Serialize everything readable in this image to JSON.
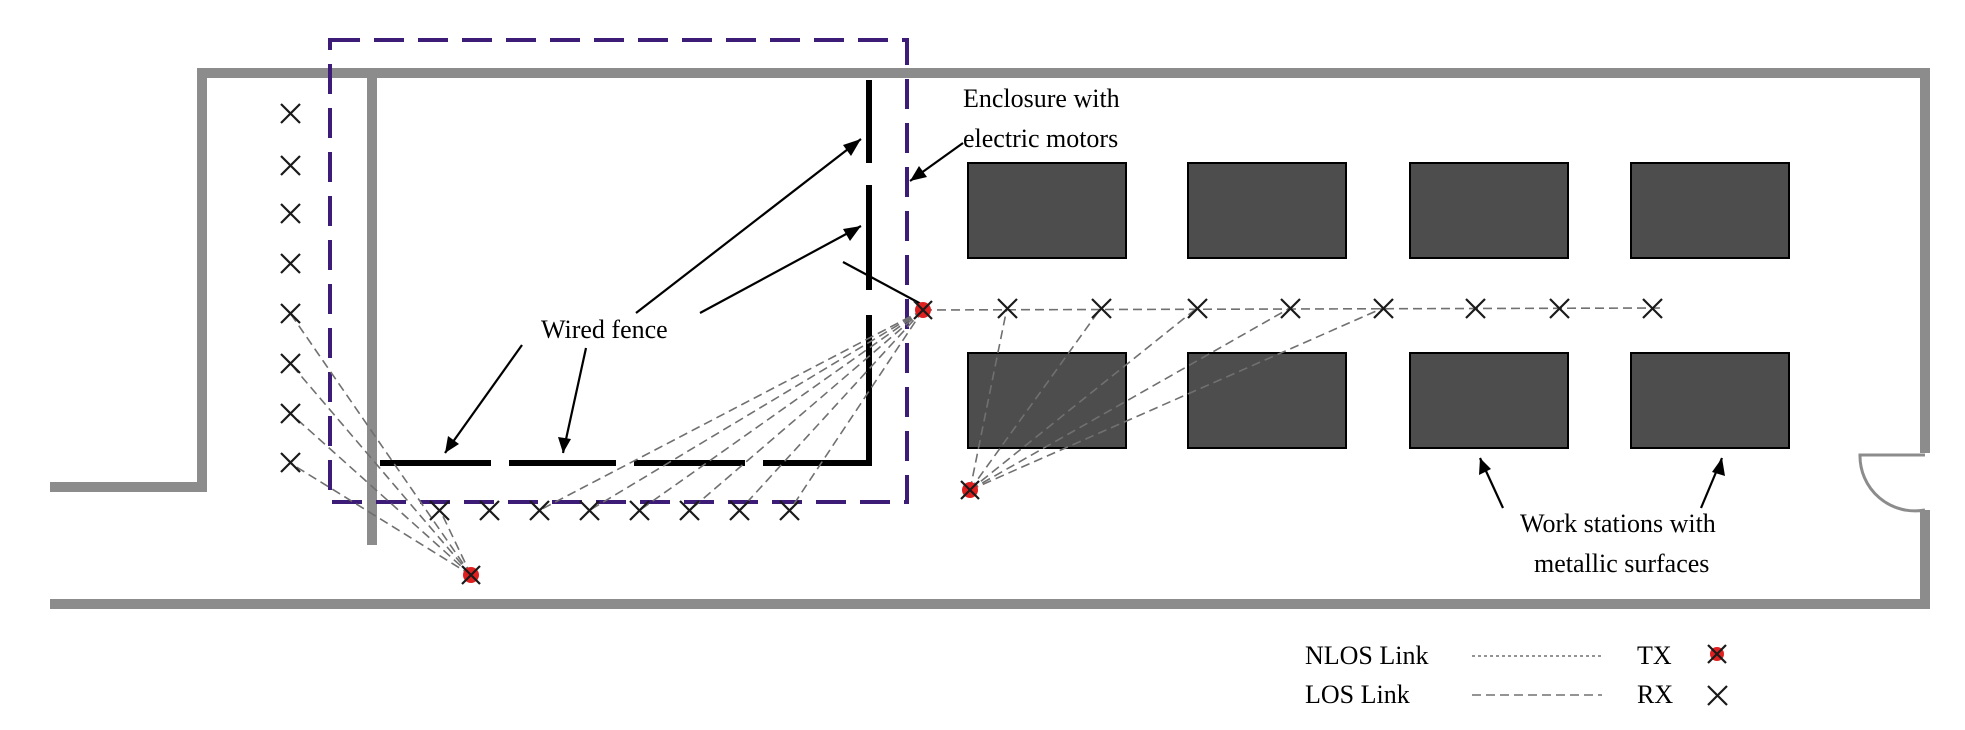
{
  "labels": {
    "enclosure_line1": "Enclosure with",
    "enclosure_line2": "electric motors",
    "wired_fence": "Wired fence",
    "workstations_line1": "Work stations with",
    "workstations_line2": "metallic surfaces"
  },
  "legend": {
    "nlos_label": "NLOS Link",
    "los_label": "LOS Link",
    "tx_label": "TX",
    "rx_label": "RX"
  },
  "colors": {
    "wall": "#8c8c8c",
    "enclosure_border": "#3d1c78",
    "workstation": "#4d4d4d",
    "transmitter": "#e01f1f",
    "link": "#707070"
  }
}
